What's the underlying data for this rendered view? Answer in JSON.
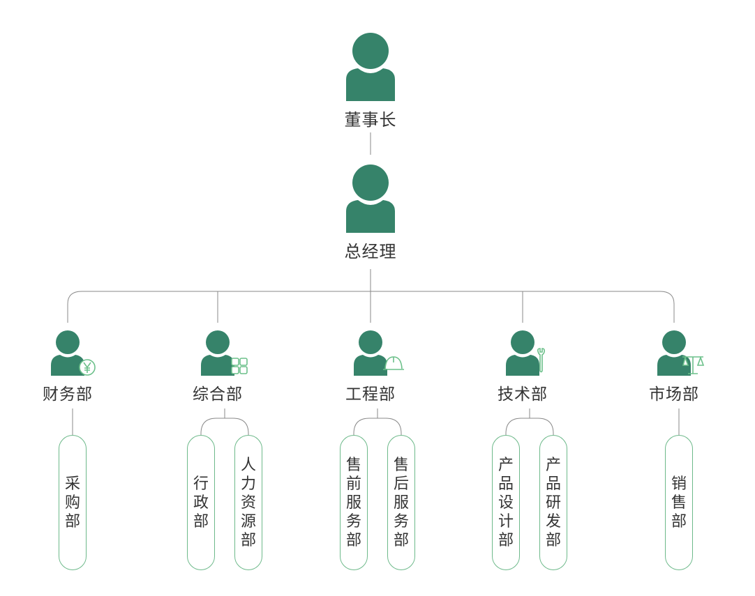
{
  "colors": {
    "person": "#36836a",
    "badge": "#6cc08a",
    "line": "#888888",
    "subbox_border": "#6db98a",
    "text": "#333333"
  },
  "chairman": {
    "label": "董事长",
    "icon": "person-icon"
  },
  "general_manager": {
    "label": "总经理",
    "icon": "person-icon"
  },
  "departments": [
    {
      "label": "财务部",
      "badge_icon": "yuan-coin-icon",
      "subunits": [
        {
          "label": "采购部"
        }
      ]
    },
    {
      "label": "综合部",
      "badge_icon": "grid-apps-icon",
      "subunits": [
        {
          "label": "行政部"
        },
        {
          "label": "人力资源部"
        }
      ]
    },
    {
      "label": "工程部",
      "badge_icon": "hard-hat-icon",
      "subunits": [
        {
          "label": "售前服务部"
        },
        {
          "label": "售后服务部"
        }
      ]
    },
    {
      "label": "技术部",
      "badge_icon": "wrench-icon",
      "subunits": [
        {
          "label": "产品设计部"
        },
        {
          "label": "产品研发部"
        }
      ]
    },
    {
      "label": "市场部",
      "badge_icon": "scales-icon",
      "subunits": [
        {
          "label": "销售部"
        }
      ]
    }
  ]
}
